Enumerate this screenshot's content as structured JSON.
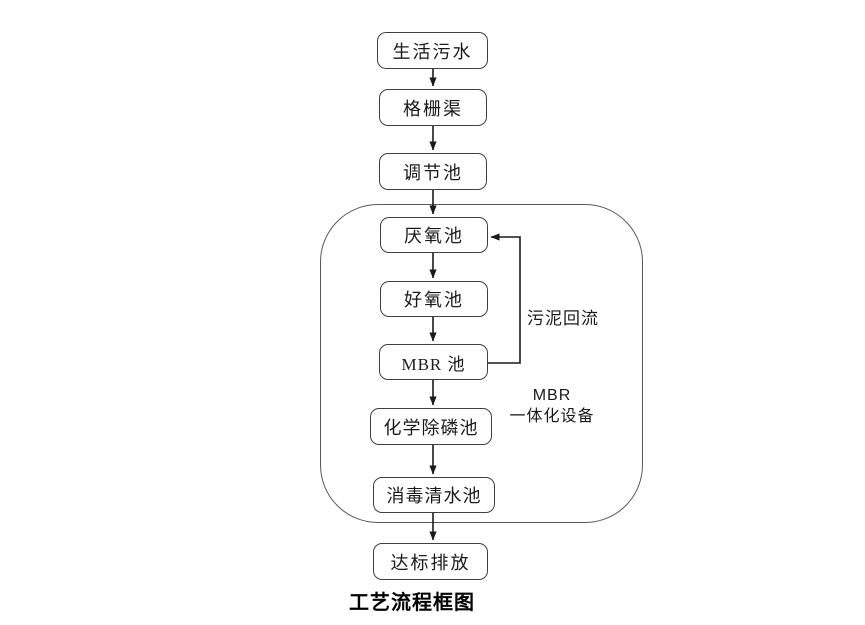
{
  "diagram": {
    "title": "工艺流程框图",
    "nodes": [
      {
        "id": "domestic-sewage",
        "label": "生活污水"
      },
      {
        "id": "bar-screen-channel",
        "label": "格栅渠"
      },
      {
        "id": "regulating-tank",
        "label": "调节池"
      },
      {
        "id": "anaerobic-tank",
        "label": "厌氧池"
      },
      {
        "id": "aerobic-tank",
        "label": "好氧池"
      },
      {
        "id": "mbr-tank",
        "label": "MBR 池"
      },
      {
        "id": "chemical-phosphorus-removal-tank",
        "label": "化学除磷池"
      },
      {
        "id": "disinfection-clean-water-tank",
        "label": "消毒清水池"
      },
      {
        "id": "standard-discharge",
        "label": "达标排放"
      }
    ],
    "labels": {
      "sludge_return": "污泥回流",
      "equipment_line1": "MBR",
      "equipment_line2": "一体化设备"
    },
    "colors": {
      "node_border": "#3f3f3f",
      "boundary_border": "#595959",
      "arrow": "#1a1a1a",
      "text": "#1a1a1a",
      "background": "#ffffff"
    }
  }
}
